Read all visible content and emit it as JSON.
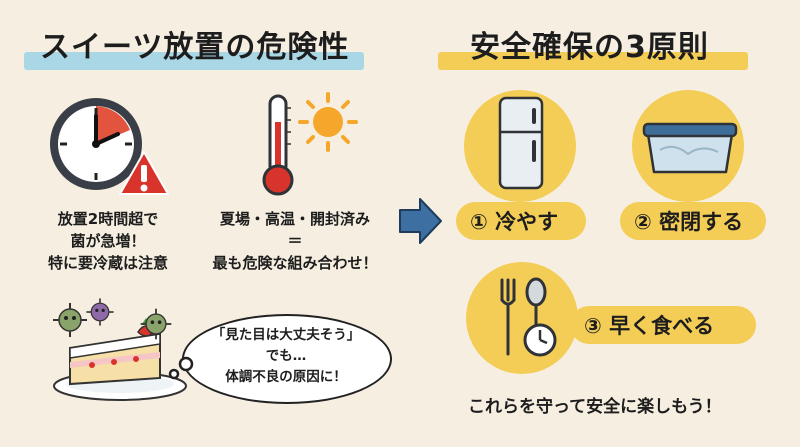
{
  "left": {
    "title": "スイーツ放置の危険性",
    "caption_time": [
      "放置2時間超で",
      "菌が急増！",
      "特に要冷蔵は注意"
    ],
    "caption_temp": [
      "夏場・高温・開封済み",
      "＝",
      "最も危険な組み合わせ！"
    ],
    "bubble": [
      "「見た目は大丈夫そう」",
      "でも…",
      "体調不良の原因に！"
    ]
  },
  "right": {
    "title": "安全確保の3原則",
    "rules": [
      {
        "num": "①",
        "label": "冷やす"
      },
      {
        "num": "②",
        "label": "密閉する"
      },
      {
        "num": "③",
        "label": "早く食べる"
      }
    ],
    "footer": "これらを守って安全に楽しもう！"
  },
  "icons": {
    "clock": "clock-icon",
    "warning": "warning-icon",
    "thermometer": "thermometer-icon",
    "sun": "sun-icon",
    "arrow": "arrow-right-icon",
    "fridge": "fridge-icon",
    "container": "sealed-container-icon",
    "fork_spoon": "fork-spoon-icon",
    "cake": "cake-icon",
    "germs": "germ-icon"
  },
  "colors": {
    "background": "#f6efe1",
    "highlight_blue": "#a9d7e6",
    "highlight_yellow": "#f4cd57",
    "warning_red": "#d9342b",
    "arrow_blue": "#3d6fa3"
  }
}
